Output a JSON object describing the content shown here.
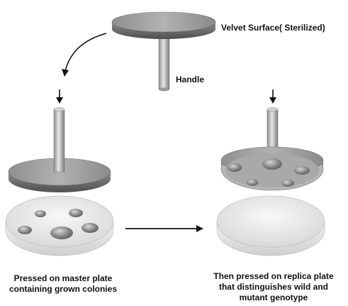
{
  "labels": {
    "velvet": "Velvet Surface( Sterilized)",
    "handle": "Handle"
  },
  "captions": {
    "left": [
      "Pressed on master plate",
      "containing grown colonies"
    ],
    "right": [
      "Then pressed on replica plate",
      "that distinguishes wild and",
      "mutant genotype"
    ]
  },
  "colors": {
    "velvet_top": "#9a9a9a",
    "velvet_rim": "#6a6a6a",
    "handle": "#b8b8b8",
    "dish": "#e8e8e8",
    "colony": "#8a8a8a",
    "arrow": "#111111"
  }
}
